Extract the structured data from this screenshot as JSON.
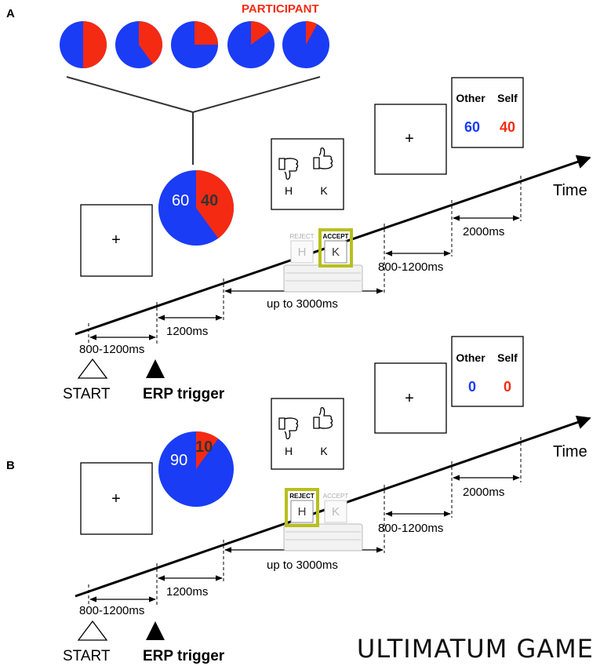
{
  "colors": {
    "other": "#1a3cf5",
    "self": "#f52a12",
    "key_highlight": "#b8bf1e",
    "axis": "#000000"
  },
  "header": {
    "participant_label": "PARTICIPANT"
  },
  "offer_pies": [
    {
      "self_fraction": 0.5
    },
    {
      "self_fraction": 0.4
    },
    {
      "self_fraction": 0.25
    },
    {
      "self_fraction": 0.15
    },
    {
      "self_fraction": 0.08
    }
  ],
  "footer": {
    "title": "ULTIMATUM GAME"
  },
  "panels": [
    {
      "label": "A",
      "offer": {
        "other": "60",
        "self": "40",
        "self_fraction": 0.4
      },
      "fixation_symbol": "+",
      "time_label": "Time",
      "start_label": "START",
      "trigger_label": "ERP trigger",
      "intervals": {
        "first": "800-1200ms",
        "second": "1200ms",
        "third": "up to 3000ms",
        "fourth": "800-1200ms",
        "fifth": "2000ms"
      },
      "response": {
        "left_key": "H",
        "right_key": "K",
        "reject_label": "REJECT",
        "accept_label": "ACCEPT",
        "selected": "accept"
      },
      "outcome": {
        "other_header": "Other",
        "self_header": "Self",
        "other_value": "60",
        "self_value": "40"
      }
    },
    {
      "label": "B",
      "offer": {
        "other": "90",
        "self": "10",
        "self_fraction": 0.1
      },
      "fixation_symbol": "+",
      "time_label": "Time",
      "start_label": "START",
      "trigger_label": "ERP trigger",
      "intervals": {
        "first": "800-1200ms",
        "second": "1200ms",
        "third": "up to 3000ms",
        "fourth": "800-1200ms",
        "fifth": "2000ms"
      },
      "response": {
        "left_key": "H",
        "right_key": "K",
        "reject_label": "REJECT",
        "accept_label": "ACCEPT",
        "selected": "reject"
      },
      "outcome": {
        "other_header": "Other",
        "self_header": "Self",
        "other_value": "0",
        "self_value": "0"
      }
    }
  ]
}
